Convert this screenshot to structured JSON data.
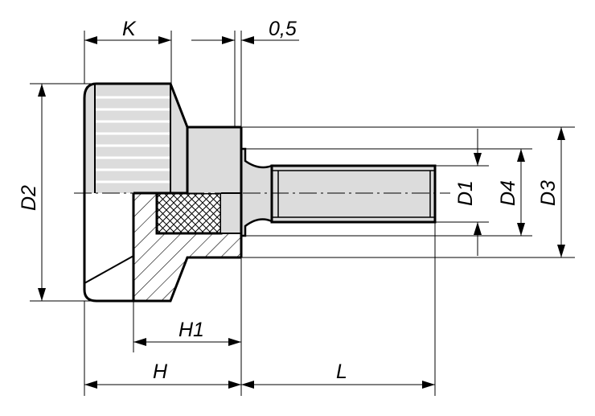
{
  "drawing": {
    "colors": {
      "line": "#000000",
      "fill": "#dcdcdc",
      "background": "#ffffff"
    },
    "dimensions": {
      "K": "K",
      "offset": "0,5",
      "D1": "D1",
      "D2": "D2",
      "D3": "D3",
      "D4": "D4",
      "H1": "H1",
      "H": "H",
      "L": "L"
    }
  }
}
